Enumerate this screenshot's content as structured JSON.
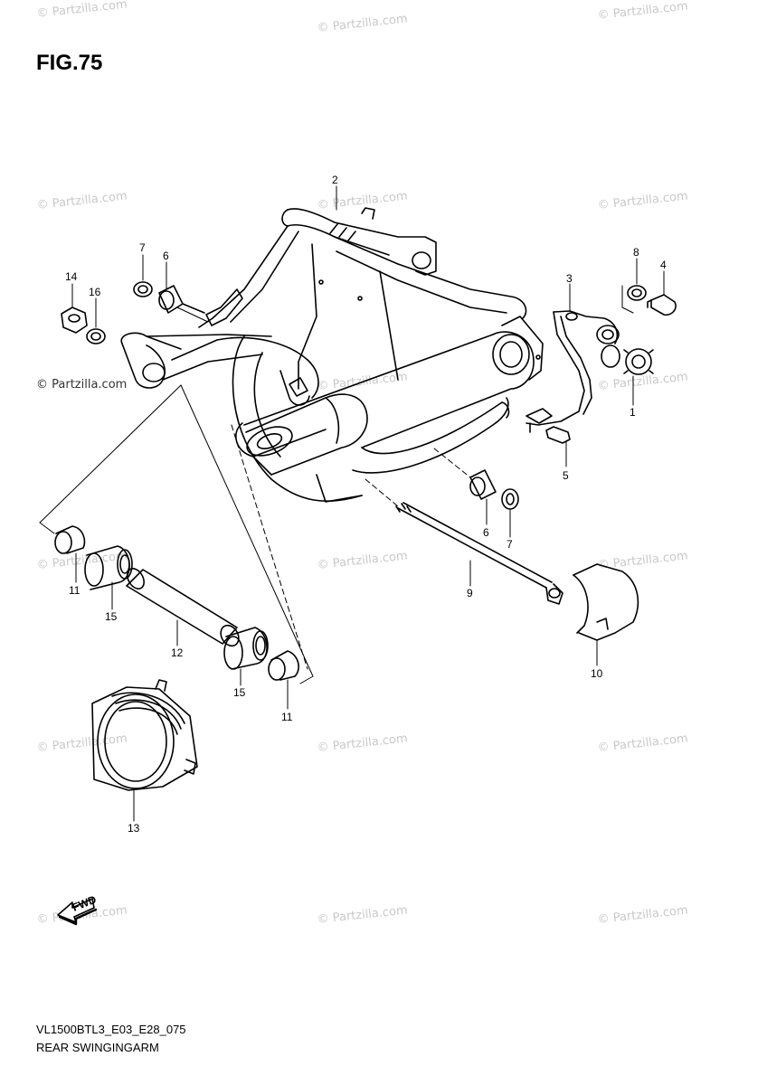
{
  "figure": {
    "title": "FIG.75",
    "footer_code": "VL1500BTL3_E03_E28_075",
    "footer_name": "REAR SWINGINGARM"
  },
  "watermark": {
    "text": "© Partzilla.com"
  },
  "fwd_label": "FWD",
  "callouts": {
    "c1": "1",
    "c2": "2",
    "c3": "3",
    "c4": "4",
    "c5": "5",
    "c6a": "6",
    "c6b": "6",
    "c7a": "7",
    "c7b": "7",
    "c8": "8",
    "c9": "9",
    "c10": "10",
    "c11a": "11",
    "c11b": "11",
    "c12": "12",
    "c13": "13",
    "c14": "14",
    "c15a": "15",
    "c15b": "15",
    "c16": "16"
  }
}
